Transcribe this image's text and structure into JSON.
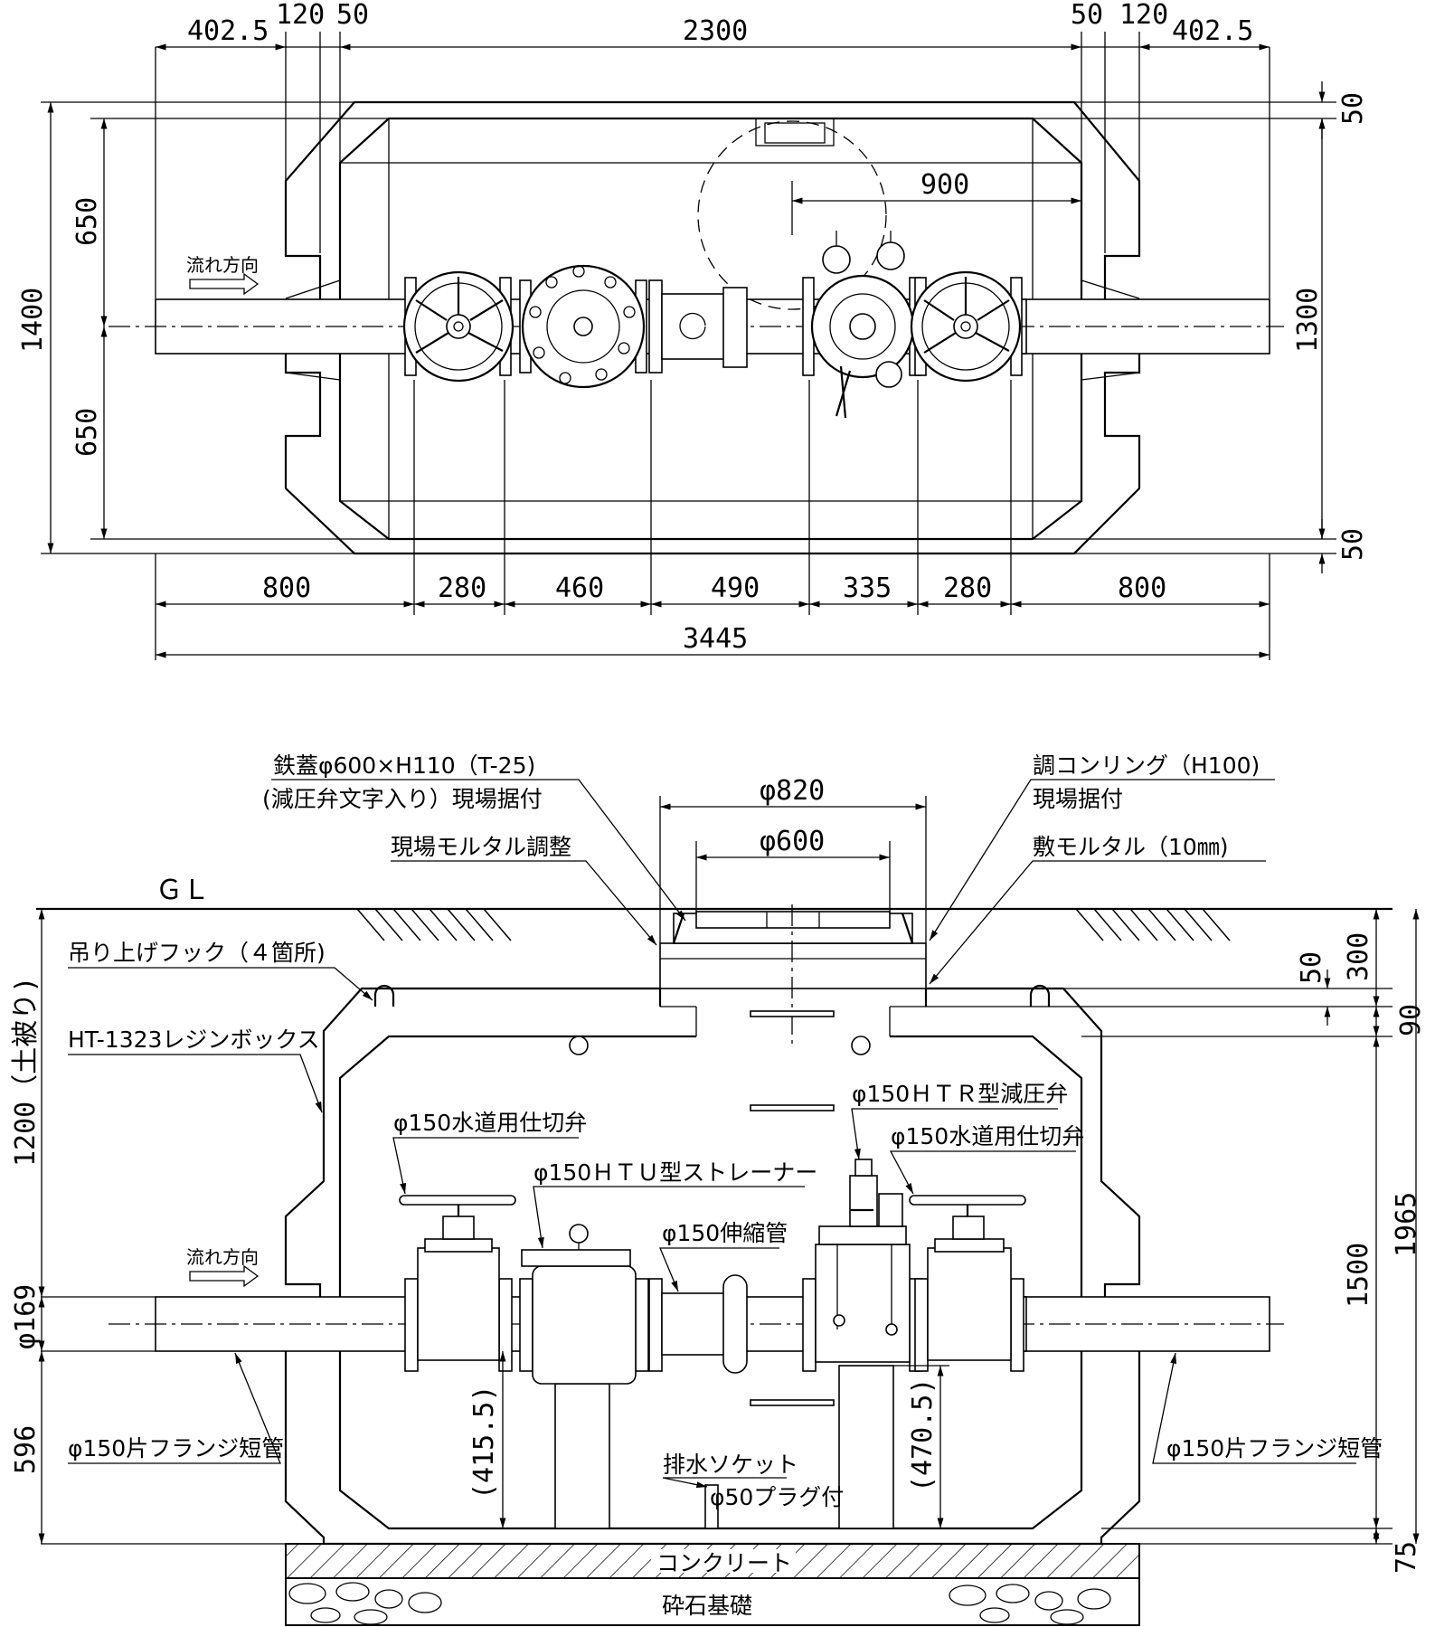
{
  "plan_dims": {
    "top_left_4025": "402.5",
    "top_left_120": "120",
    "top_left_50": "50",
    "top_center_2300": "2300",
    "top_right_50": "50",
    "top_right_120": "120",
    "top_right_4025": "402.5",
    "dim_900": "900",
    "left_1400": "1400",
    "left_650_upper": "650",
    "left_650_lower": "650",
    "right_50_top": "50",
    "right_1300": "1300",
    "right_50_bottom": "50",
    "bottom_segments": [
      "800",
      "280",
      "460",
      "490",
      "335",
      "280",
      "800"
    ],
    "bottom_total": "3445"
  },
  "flow_direction_label": "流れ方向",
  "section_labels": {
    "cover": "鉄蓋φ600×H110（T-25)",
    "cover_note": "(減圧弁文字入り）現場据付",
    "mortar_adjust": "現場モルタル調整",
    "adjust_ring": "調コンリング（H100)",
    "adjust_ring_note": "現場据付",
    "bed_mortar": "敷モルタル（10㎜)",
    "gl": "ＧＬ",
    "hook": "吊り上げフック（４箇所)",
    "resin_box": "HT-1323レジンボックス",
    "gate_valve_left": "φ150水道用仕切弁",
    "strainer": "φ150ＨＴＵ型ストレーナー",
    "expansion": "φ150伸縮管",
    "prv": "φ150ＨＴＲ型減圧弁",
    "gate_valve_right": "φ150水道用仕切弁",
    "flange_left": "φ150片フランジ短管",
    "flange_right": "φ150片フランジ短管",
    "drain": "排水ソケット",
    "plug": "φ50プラグ付",
    "concrete": "コンクリート",
    "gravel": "砕石基礎"
  },
  "section_dims": {
    "phi820": "φ820",
    "phi600": "φ600",
    "d300": "300",
    "d50": "50",
    "d90": "90",
    "d1965": "1965",
    "d1500": "1500",
    "d75": "75",
    "d1200": "1200（土被り)",
    "phi169": "φ169",
    "d596": "596",
    "d4155": "(415.5)",
    "d4705": "(470.5)"
  }
}
